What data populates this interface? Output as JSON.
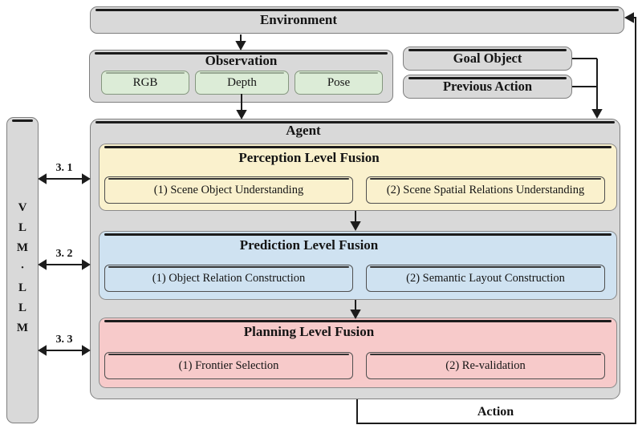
{
  "environment": {
    "title": "Environment"
  },
  "observation": {
    "title": "Observation",
    "items": [
      "RGB",
      "Depth",
      "Pose"
    ]
  },
  "inputs": {
    "goal": "Goal Object",
    "previous": "Previous Action"
  },
  "agent": {
    "title": "Agent",
    "levels": [
      {
        "title": "Perception Level Fusion",
        "items": [
          "(1) Scene Object Understanding",
          "(2) Scene Spatial Relations Understanding"
        ],
        "color": "#faf1cd"
      },
      {
        "title": "Prediction Level Fusion",
        "items": [
          "(1) Object Relation Construction",
          "(2) Semantic Layout Construction"
        ],
        "color": "#cfe2f1"
      },
      {
        "title": "Planning Level Fusion",
        "items": [
          "(1) Frontier Selection",
          "(2) Re-validation"
        ],
        "color": "#f7caca"
      }
    ]
  },
  "vlm_panel": {
    "letters": [
      "V",
      "L",
      "M",
      "·",
      "L",
      "L",
      "M"
    ]
  },
  "links": {
    "l1": "3. 1",
    "l2": "3. 2",
    "l3": "3. 3"
  },
  "action_label": "Action",
  "colors": {
    "box_gray": "#d9d9d9",
    "green": "#dcecd7",
    "yellow": "#faf1cd",
    "blue": "#cfe2f1",
    "pink": "#f7caca",
    "line": "#1c1c1c"
  }
}
